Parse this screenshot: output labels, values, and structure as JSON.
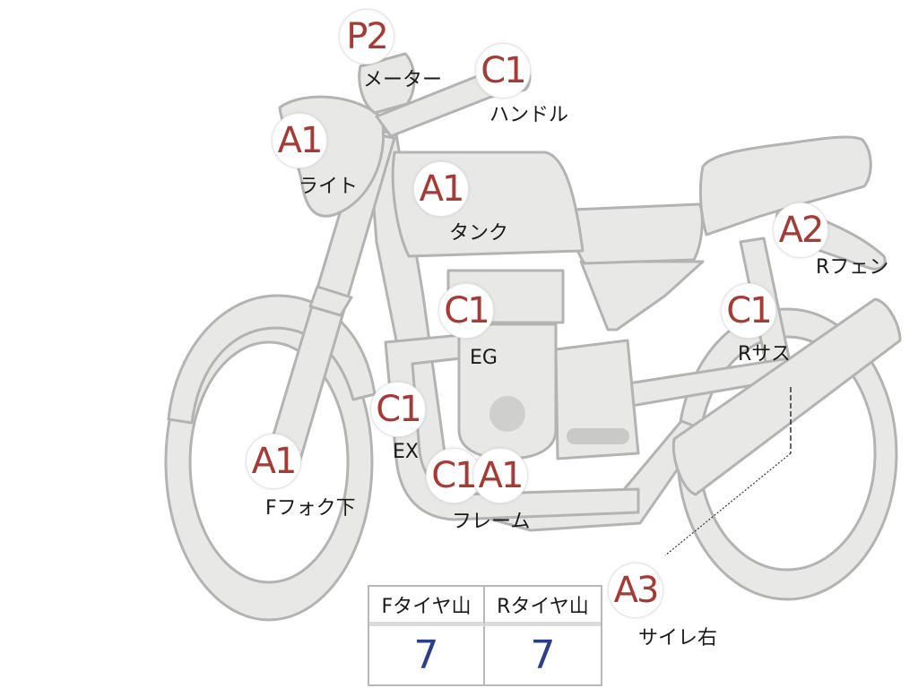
{
  "parts": [
    {
      "id": "meter",
      "grade": "P2",
      "label": "メーター"
    },
    {
      "id": "handle",
      "grade": "C1",
      "label": "ハンドル"
    },
    {
      "id": "light",
      "grade": "A1",
      "label": "ライト"
    },
    {
      "id": "tank",
      "grade": "A1",
      "label": "タンク"
    },
    {
      "id": "rfender",
      "grade": "A2",
      "label": "Rフェン"
    },
    {
      "id": "engine",
      "grade": "C1",
      "label": "EG"
    },
    {
      "id": "rsus",
      "grade": "C1",
      "label": "Rサス"
    },
    {
      "id": "exhaust",
      "grade": "C1",
      "label": "EX"
    },
    {
      "id": "ffork",
      "grade": "A1",
      "label": "Fフォク下"
    },
    {
      "id": "frame",
      "grades": [
        "C1",
        "A1"
      ],
      "label": "フレーム"
    },
    {
      "id": "muffler-right",
      "grade": "A3",
      "label": "サイレ右"
    }
  ],
  "tyre_table": {
    "front": {
      "header": "Fタイヤ山",
      "value": "7"
    },
    "rear": {
      "header": "Rタイヤ山",
      "value": "7"
    }
  },
  "colors": {
    "grade": "#a63a35",
    "tyre_value": "#2b3e8c",
    "bike_fill": "#e8e8e6",
    "bike_stroke": "#b3b3b3"
  }
}
